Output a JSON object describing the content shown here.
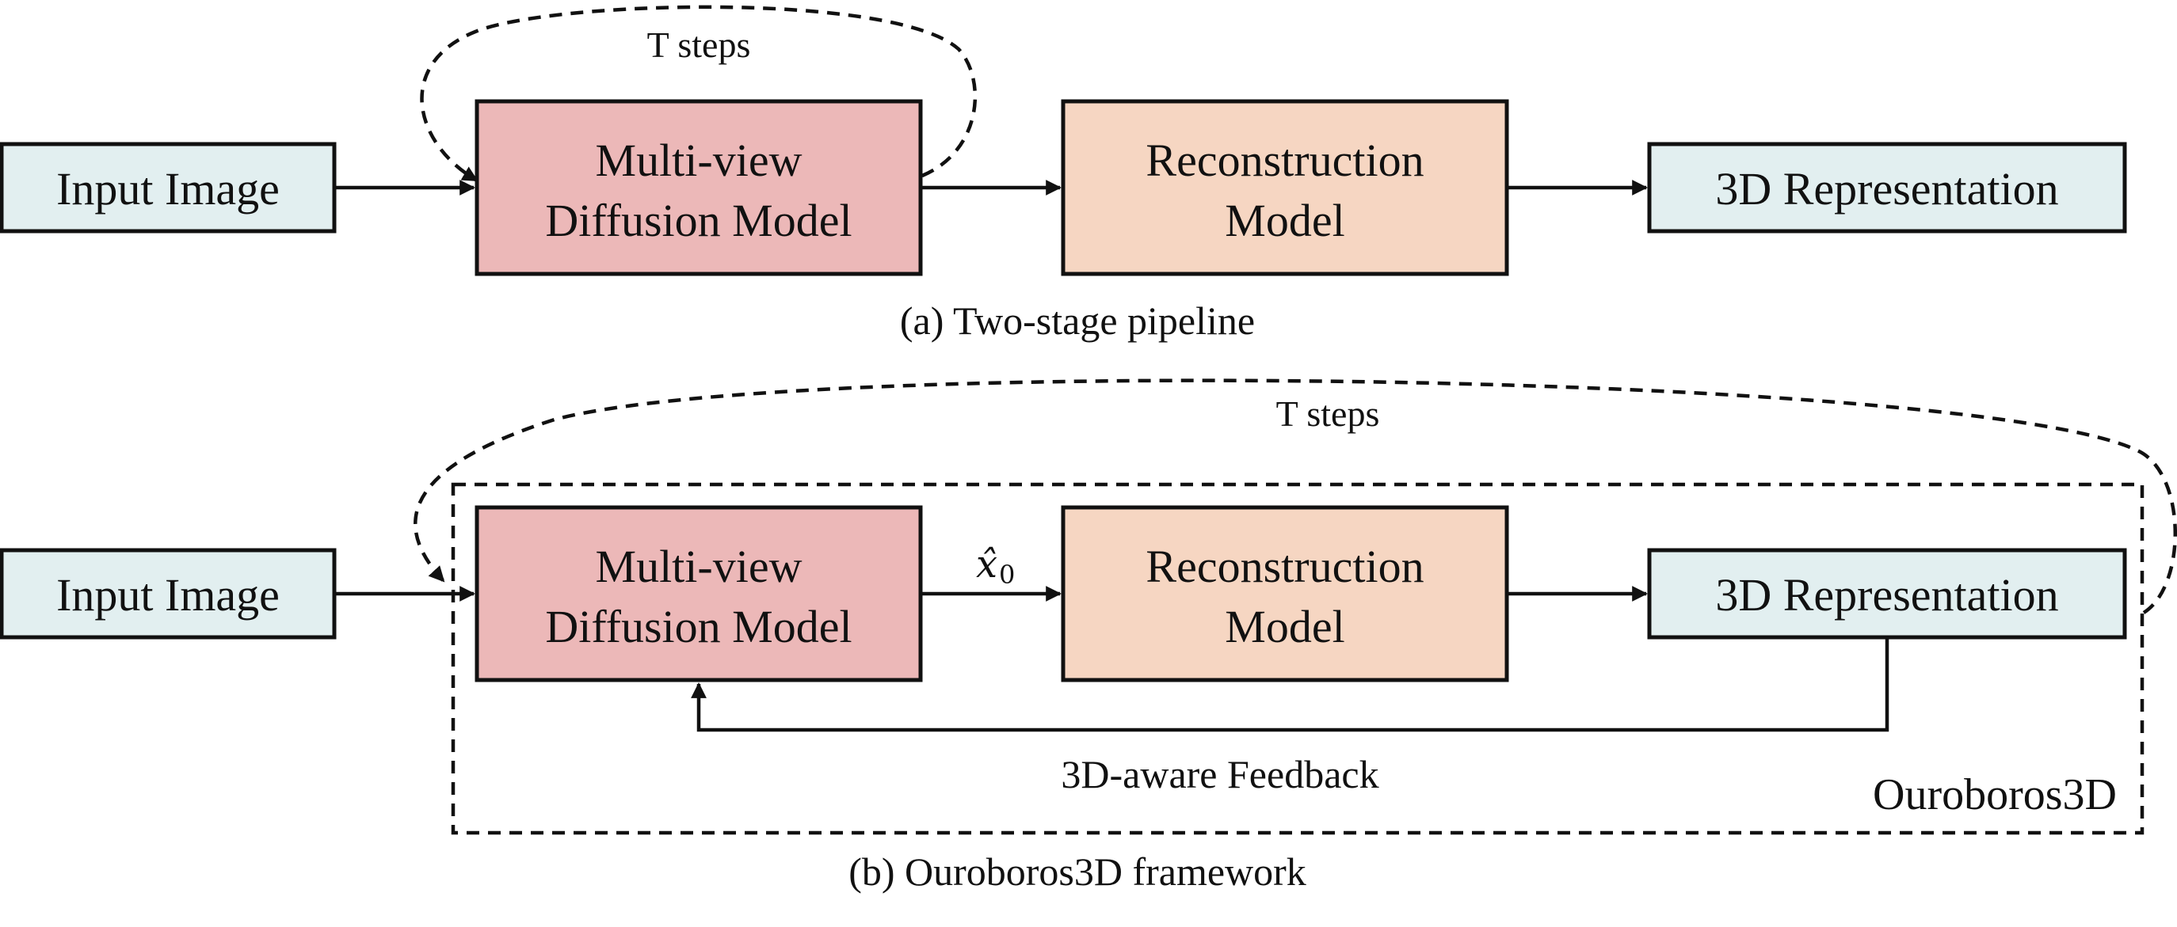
{
  "colors": {
    "input_fill": "#e2eff0",
    "diffusion_fill": "#ecb8b8",
    "reconstruction_fill": "#f6d6c2",
    "representation_fill": "#e2eff0",
    "stroke": "#111111"
  },
  "panel_a": {
    "input": "Input Image",
    "diffusion_line1": "Multi-view",
    "diffusion_line2": "Diffusion Model",
    "reconstruction_line1": "Reconstruction",
    "reconstruction_line2": "Model",
    "representation": "3D Representation",
    "loop_label": "T steps",
    "caption": "(a) Two-stage pipeline"
  },
  "panel_b": {
    "input": "Input Image",
    "diffusion_line1": "Multi-view",
    "diffusion_line2": "Diffusion Model",
    "reconstruction_line1": "Reconstruction",
    "reconstruction_line2": "Model",
    "representation": "3D Representation",
    "loop_label": "T steps",
    "edge_symbol": "x̂",
    "edge_symbol_sub": "0",
    "feedback_label": "3D-aware Feedback",
    "framework_label": "Ouroboros3D",
    "caption": "(b) Ouroboros3D framework"
  }
}
